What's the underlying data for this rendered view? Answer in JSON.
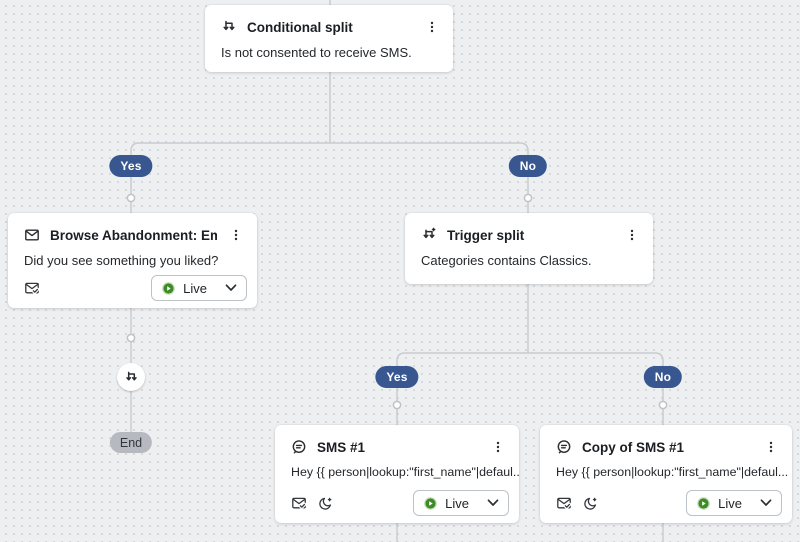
{
  "canvas": {
    "background_color": "#edeff1",
    "dot_color": "#d4d7db",
    "connector_color": "#c8ccd1"
  },
  "colors": {
    "branch_badge_blue": "#38568f",
    "end_badge_gray": "#b6bac0",
    "live_green": "#3f8b27",
    "card_background": "#ffffff"
  },
  "nodes": {
    "conditional_split": {
      "icon": "split-icon",
      "title": "Conditional split",
      "description": "Is not consented to receive SMS.",
      "menu_icon": "kebab-icon"
    },
    "email": {
      "icon": "email-icon",
      "title": "Browse Abandonment: Email...",
      "description": "Did you see something you liked?",
      "footer_icons": [
        "email-check-icon"
      ],
      "status": {
        "label": "Live",
        "state_icon": "live-play-icon"
      },
      "menu_icon": "kebab-icon"
    },
    "trigger_split": {
      "icon": "trigger-split-icon",
      "title": "Trigger split",
      "description": "Categories contains Classics.",
      "menu_icon": "kebab-icon"
    },
    "sms_1": {
      "icon": "sms-icon",
      "title": "SMS #1",
      "description": "Hey {{ person|lookup:\"first_name\"|defaul...",
      "footer_icons": [
        "email-check-icon",
        "quiet-hours-moon-icon"
      ],
      "status": {
        "label": "Live",
        "state_icon": "live-play-icon"
      },
      "menu_icon": "kebab-icon"
    },
    "sms_copy": {
      "icon": "sms-icon",
      "title": "Copy of SMS #1",
      "description": "Hey {{ person|lookup:\"first_name\"|defaul...",
      "footer_icons": [
        "email-check-icon",
        "quiet-hours-moon-icon"
      ],
      "status": {
        "label": "Live",
        "state_icon": "live-play-icon"
      },
      "menu_icon": "kebab-icon"
    },
    "path_split_node": {
      "icon": "split-icon"
    }
  },
  "branches": {
    "conditional": {
      "yes_label": "Yes",
      "no_label": "No"
    },
    "trigger": {
      "yes_label": "Yes",
      "no_label": "No"
    }
  },
  "end_label": "End"
}
